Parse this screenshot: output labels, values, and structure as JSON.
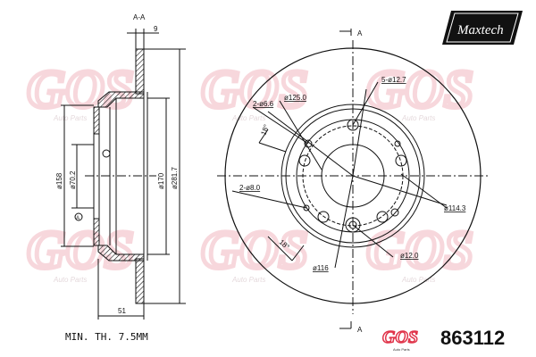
{
  "brand": {
    "logo_text": "Maxtech",
    "logo_bg": "#111111",
    "logo_fg": "#ffffff",
    "gos_logo_text": "GOS",
    "gos_logo_sub": "Auto Parts",
    "gos_color": "#e0344a",
    "watermark_text": "GOS",
    "watermark_sub": "Auto Parts",
    "watermark_color": "#f2b8c0"
  },
  "part_number": "863112",
  "note": "MIN. TH. 7.5MM",
  "section_view": {
    "title": "A-A",
    "dims": {
      "disc_thickness": "9",
      "height_total": "51",
      "diameter_hub_outer": "ø158",
      "diameter_center_bore": "ø70.2",
      "diameter_hat": "ø170",
      "diameter_outer": "ø281.7"
    },
    "datum_marker": "A"
  },
  "front_view": {
    "section_marker_top": "A",
    "section_marker_bottom": "A",
    "callouts": {
      "small_holes": "2-ø6.6",
      "pcd_small": "ø125.0",
      "wheel_holes": "5-ø12.7",
      "angle_top": "18°",
      "threaded_holes": "2-ø8.0",
      "angle_bottom": "18°",
      "pcd_wheel": "ø114.3",
      "pcd_threaded": "ø116",
      "hole_alt": "ø12.0"
    }
  }
}
